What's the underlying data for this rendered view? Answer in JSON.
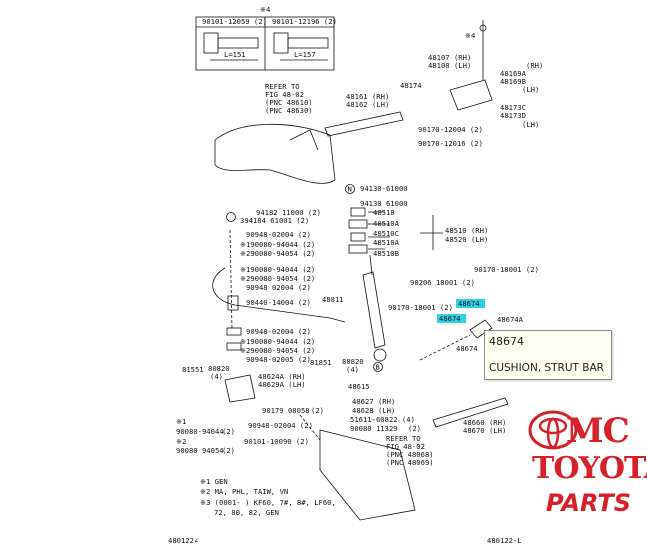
{
  "diagram": {
    "note_top": "※4",
    "bolt1": {
      "part": "90101-12059 (2)",
      "length": "L=151"
    },
    "bolt2": {
      "part": "90101-12196 (2)",
      "length": "L=157"
    },
    "refer_top": [
      "REFER TO",
      "FIG 48-02",
      "(PNC 48610)",
      "(PNC 48630)"
    ],
    "refer_bottom": [
      "REFER TO",
      "FIG 48-02",
      "(PNC 48068)",
      "(PNC 48069)"
    ],
    "labels": {
      "p48107": "48107 (RH)",
      "p48108": "48108 (LH)",
      "x4": "※4",
      "p48169A": "48169A",
      "p48169B": "48169B",
      "rh": "(RH)",
      "lh": "(LH)",
      "p48173C": "48173C",
      "p48173D": "48173D",
      "lh2": "(LH)",
      "p48174": "48174",
      "p48161": "48161 (RH)",
      "p48162": "48162 (LH)",
      "p90170a": "90170-12004 (2)",
      "p90170b": "90170-12016 (2)",
      "p94130a": "94130-61000",
      "p94130b": "94130 61000",
      "p48518": "48518",
      "p48510A": "48510A",
      "p48510C": "48510C",
      "p48510A2": "48510A",
      "p48510B": "48510B",
      "p48510": "48510 (RH)",
      "p48520": "48520 (LH)",
      "p94182": "94182 11000 (2)",
      "p394184": "394184 61001 (2)",
      "p90948a": "90948-02004 (2)",
      "p180080": "※190080-94044 (2)",
      "p290080": "※290080-94054 (2)",
      "p190080b": "※190080-94044 (2)",
      "p290080b": "※290080-94054 (2)",
      "p90948b": "90948 02004 (2)",
      "p90440": "90440-14004 (2)",
      "p48811": "48811",
      "p90948c": "90948-02004 (2)",
      "p190080c": "※190080-94044 (2)",
      "p290080c": "※290080-94054 (2)",
      "p90948d": "90948-02005 (2)",
      "p90206": "90206 18001 (2)",
      "p90170c": "90170-18001 (2)",
      "p90170d": "90170-18001 (2)",
      "p48674": "48674",
      "p48674A": "48674A",
      "p48674b": "48674",
      "p48674c": "48674",
      "p81851": "81851",
      "p80820": "80820",
      "p4": "(4)",
      "pB": "B",
      "p48624A": "48624A (RH)",
      "p48629A": "48629A (LH)",
      "p48615": "48615",
      "p81551": "81551",
      "p80820b": "80820",
      "p4b": "(4)",
      "p48627": "48627 (RH)",
      "p48628": "48628 (LH)",
      "p90179": "90179 08058",
      "p2a": "(2)",
      "p90948e": "90948-02004 (2)",
      "p51611": "51611-60822 (4)",
      "p90080": "90080 11329",
      "p2b": "(2)",
      "x1": "※1",
      "p90080a": "90080-94044",
      "p2c": "(2)",
      "x2": "※2",
      "p90080b": "90080 94054",
      "p2d": "(2)",
      "p90101": "90101-10090 (2)",
      "p48660": "48660 (RH)",
      "p48670": "48670 (LH)",
      "n1": "※1 GEN",
      "n2": "※2 MA, PHL, TAIW, VN",
      "n3": "※3 (0001-      ) KF60, 7#, 8#, LF60,",
      "n3b": "72, 80, 82,  GEN",
      "code_left": "480122∠",
      "code_right": "480122-L",
      "circN": "N"
    }
  },
  "tooltip": {
    "part_number": "48674",
    "description": "CUSHION, STRUT BAR"
  },
  "watermark": {
    "line1": "MC",
    "line2": "TOYOTA",
    "line3": "PARTS"
  },
  "colors": {
    "highlight": "#2fd3e6",
    "brand_red": "#d8202a"
  }
}
